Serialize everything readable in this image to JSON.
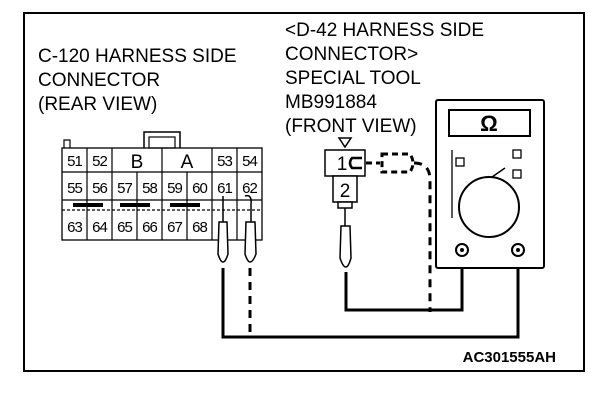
{
  "diagram": {
    "left_connector": {
      "label_lines": [
        "C-120 HARNESS SIDE",
        "CONNECTOR",
        "(REAR VIEW)"
      ],
      "pins_row1": [
        "51",
        "52",
        "B",
        "A",
        "53",
        "54"
      ],
      "pins_row2": [
        "55",
        "56",
        "57",
        "58",
        "59",
        "60",
        "61",
        "62"
      ],
      "pins_row3": [
        "63",
        "64",
        "65",
        "66",
        "67",
        "68",
        "",
        ""
      ]
    },
    "right_connector": {
      "label_lines": [
        "<D-42 HARNESS SIDE",
        "CONNECTOR>",
        "SPECIAL TOOL",
        "MB991884",
        "(FRONT VIEW)"
      ],
      "pin_1": "1",
      "pin_2": "2"
    },
    "ohmmeter": {
      "symbol": "Ω",
      "icon": "ohmmeter-icon"
    },
    "figure_code": "AC301555AH"
  },
  "colors": {
    "line": "#000000",
    "background": "#ffffff"
  }
}
